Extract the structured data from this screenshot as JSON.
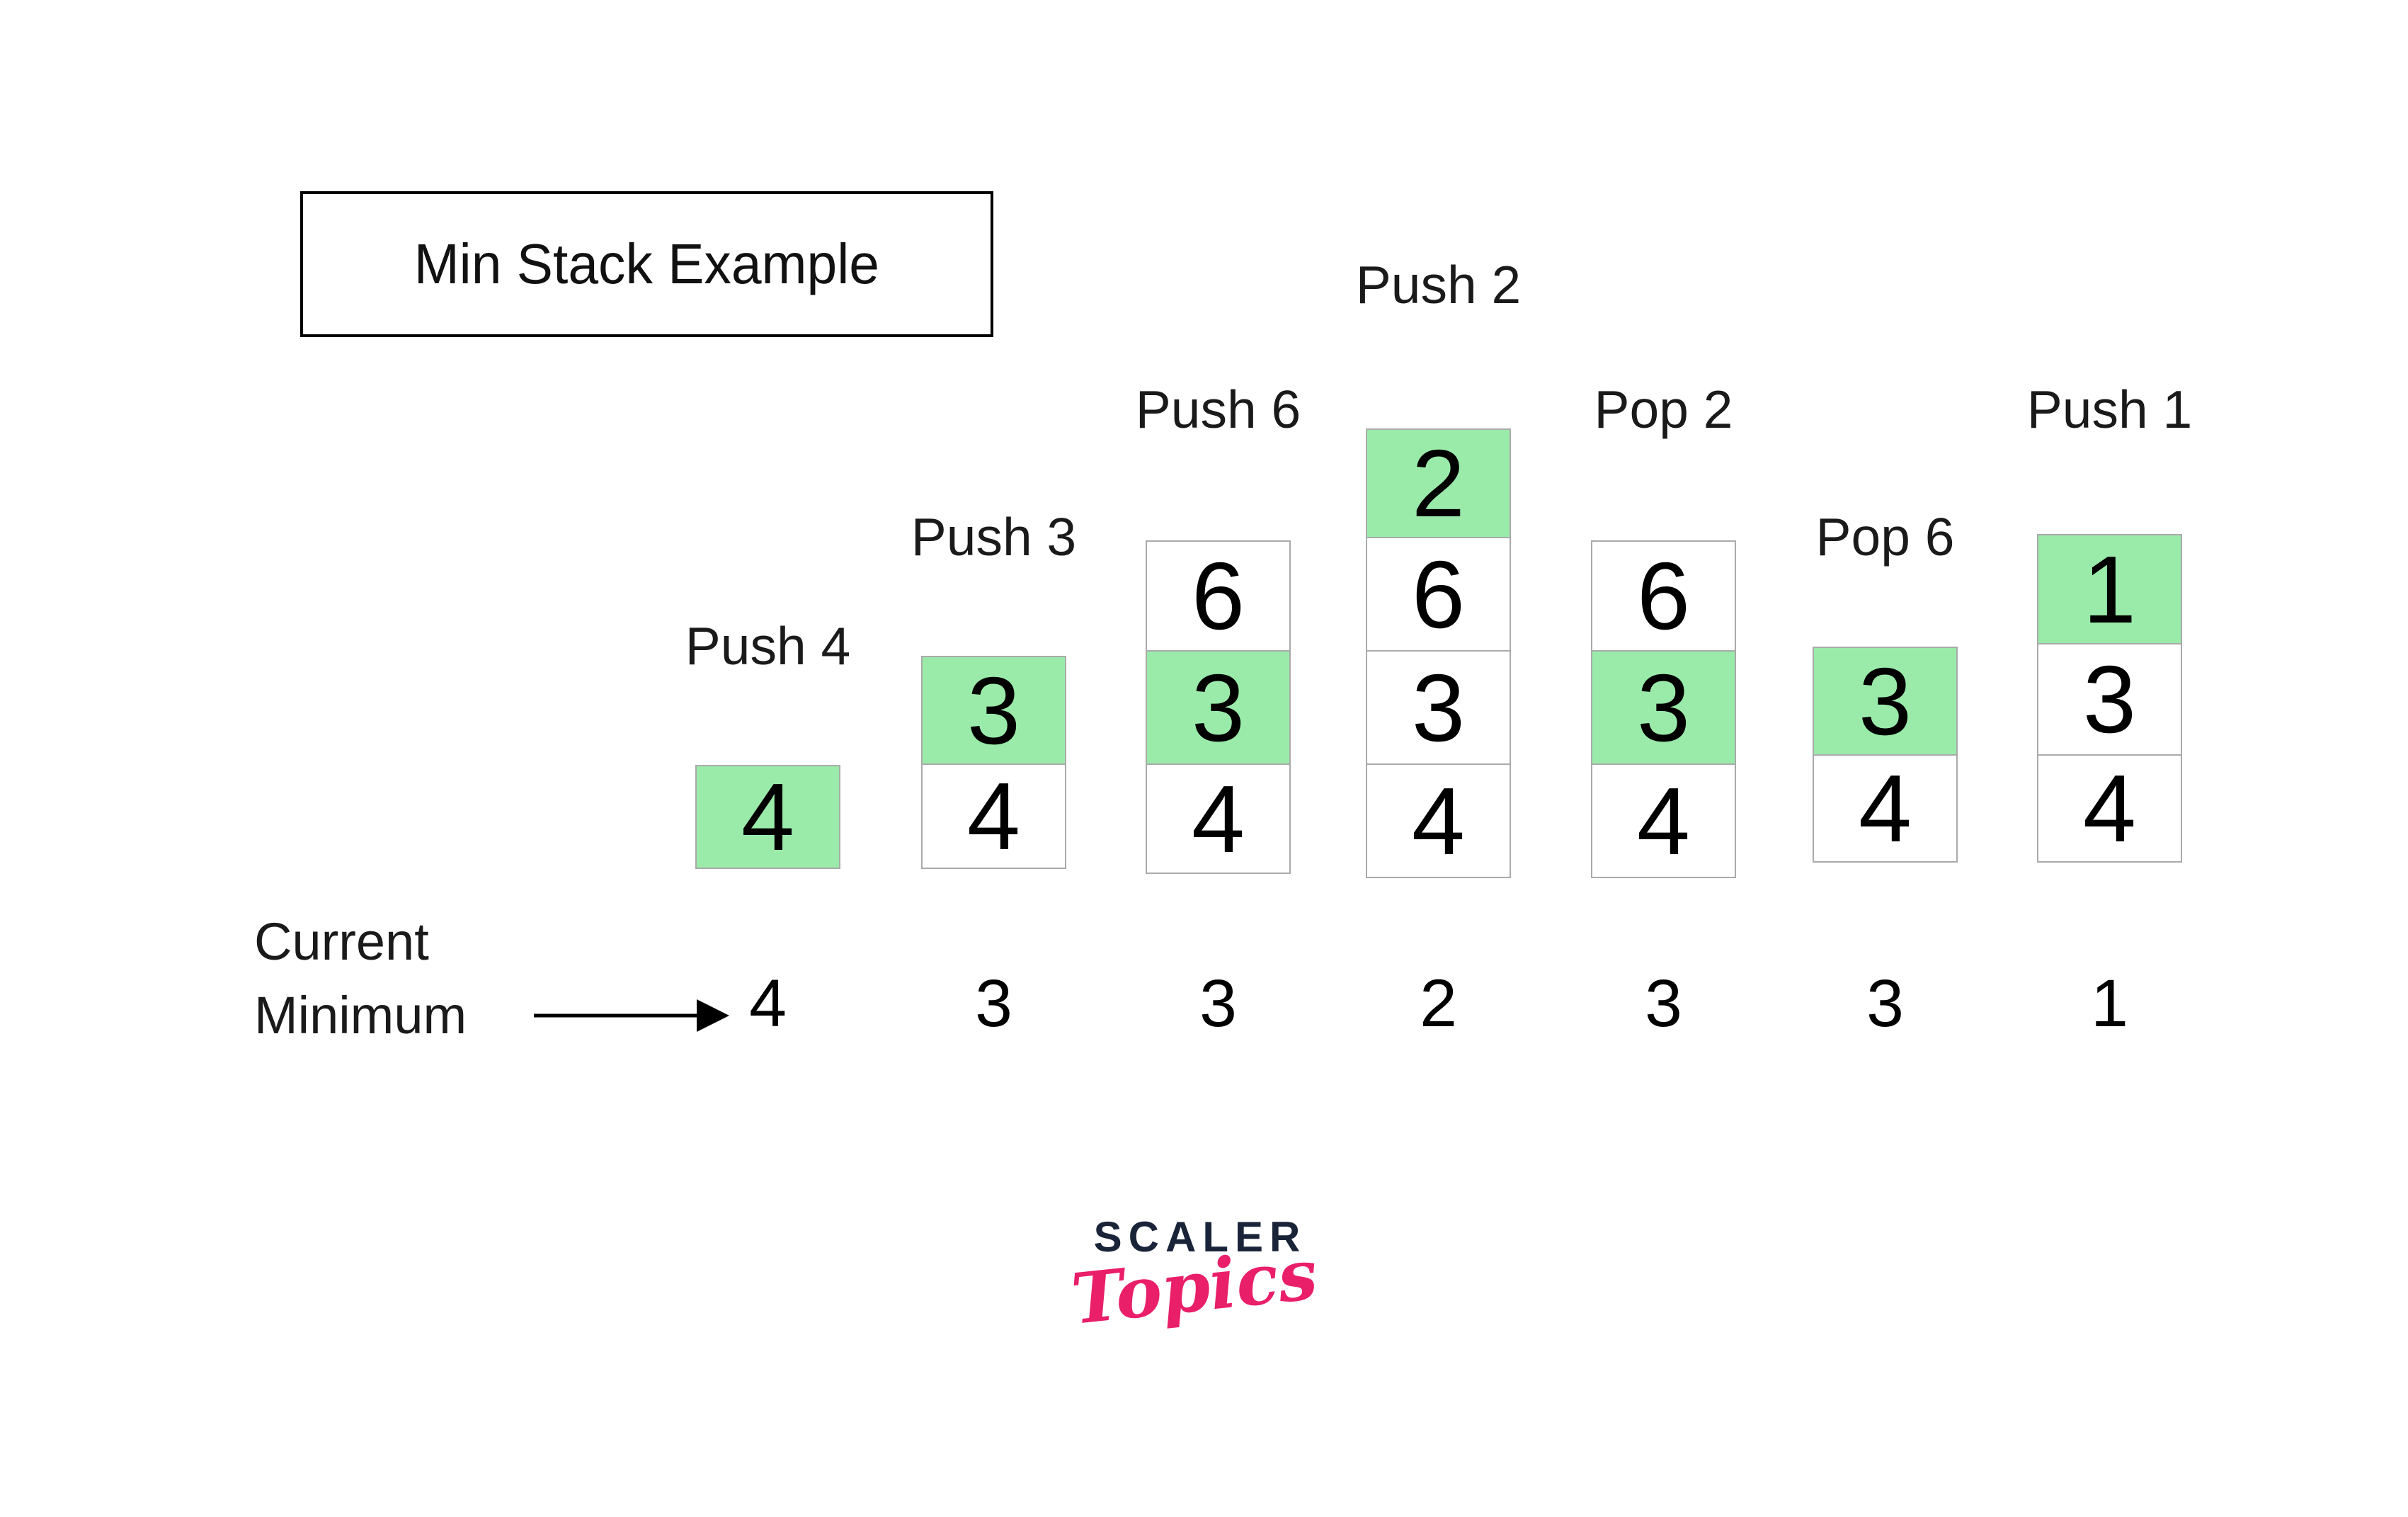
{
  "title": "Min Stack Example",
  "stacks": [
    {
      "label": "Push 4",
      "cells": [
        {
          "value": "4",
          "is_current_min": true
        }
      ]
    },
    {
      "label": "Push 3",
      "cells": [
        {
          "value": "3",
          "is_current_min": true
        },
        {
          "value": "4",
          "is_current_min": false
        }
      ]
    },
    {
      "label": "Push 6",
      "cells": [
        {
          "value": "6",
          "is_current_min": false
        },
        {
          "value": "3",
          "is_current_min": true
        },
        {
          "value": "4",
          "is_current_min": false
        }
      ]
    },
    {
      "label": "Push 2",
      "cells": [
        {
          "value": "2",
          "is_current_min": true
        },
        {
          "value": "6",
          "is_current_min": false
        },
        {
          "value": "3",
          "is_current_min": false
        },
        {
          "value": "4",
          "is_current_min": false
        }
      ]
    },
    {
      "label": "Pop 2",
      "cells": [
        {
          "value": "6",
          "is_current_min": false
        },
        {
          "value": "3",
          "is_current_min": true
        },
        {
          "value": "4",
          "is_current_min": false
        }
      ]
    },
    {
      "label": "Pop 6",
      "cells": [
        {
          "value": "3",
          "is_current_min": true
        },
        {
          "value": "4",
          "is_current_min": false
        }
      ]
    },
    {
      "label": "Push 1",
      "cells": [
        {
          "value": "1",
          "is_current_min": true
        },
        {
          "value": "3",
          "is_current_min": false
        },
        {
          "value": "4",
          "is_current_min": false
        }
      ]
    }
  ],
  "current_minimum": {
    "label_line1": "Current",
    "label_line2": "Minimum",
    "values": [
      "4",
      "3",
      "3",
      "2",
      "3",
      "3",
      "1"
    ]
  },
  "logo": {
    "brand": "SCALER",
    "product": "Topics"
  },
  "colors": {
    "min_highlight": "#9AEBAA",
    "cell_border": "#AAAAAA",
    "title_border": "#000000",
    "label_text": "#1A1A1A",
    "number_text": "#000000",
    "logo_navy": "#1A2439",
    "logo_pink": "#E91F6A",
    "background": "#FFFFFF"
  }
}
